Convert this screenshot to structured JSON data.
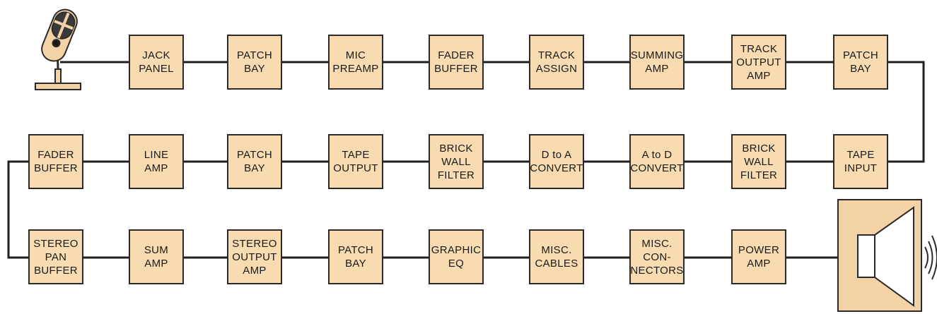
{
  "colors": {
    "box_fill": "#f8dbb0",
    "box_border": "#2a2a2a",
    "wire": "#1f1f1f",
    "mic_body": "#f3d3a6",
    "speaker_body": "#f3d3a6"
  },
  "icons": {
    "source": "microphone-icon",
    "destination": "loudspeaker-icon",
    "sound_waves": "sound-waves-icon"
  },
  "signal_chain": {
    "row1": [
      "JACK\nPANEL",
      "PATCH\nBAY",
      "MIC\nPREAMP",
      "FADER\nBUFFER",
      "TRACK\nASSIGN",
      "SUMMING\nAMP",
      "TRACK\nOUTPUT\nAMP",
      "PATCH\nBAY"
    ],
    "row2": [
      "FADER\nBUFFER",
      "LINE\nAMP",
      "PATCH\nBAY",
      "TAPE\nOUTPUT",
      "BRICK\nWALL\nFILTER",
      "D to A\nCONVERT",
      "A to D\nCONVERT",
      "BRICK\nWALL\nFILTER",
      "TAPE\nINPUT"
    ],
    "row3": [
      "STEREO\nPAN\nBUFFER",
      "SUM\nAMP",
      "STEREO\nOUTPUT\nAMP",
      "PATCH\nBAY",
      "GRAPHIC\nEQ",
      "MISC.\nCABLES",
      "MISC.\nCON-\nNECTORS",
      "POWER\nAMP"
    ]
  }
}
